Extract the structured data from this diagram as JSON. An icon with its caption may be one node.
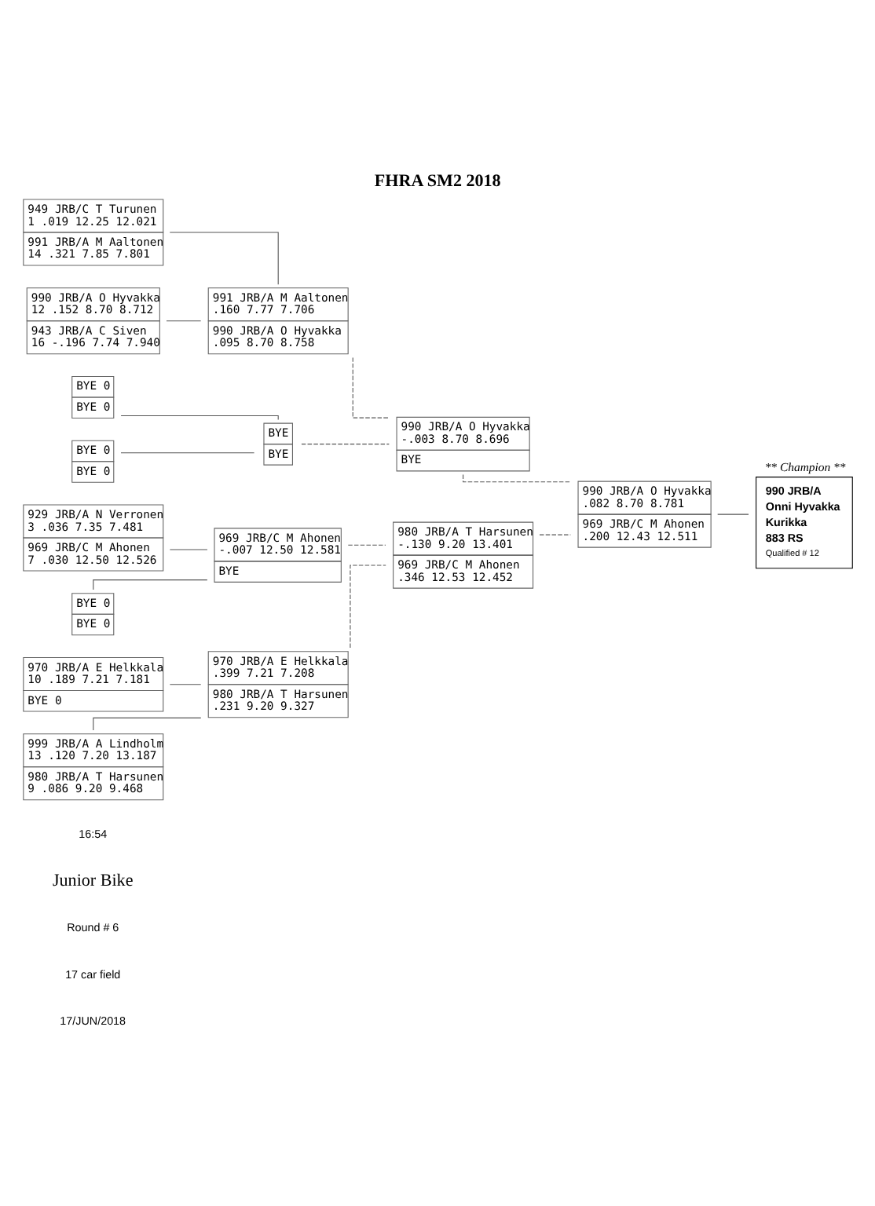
{
  "diagram": {
    "title": "FHRA SM2 2018",
    "nodes": [
      {
        "text": [
          "949 JRB/C T Turunen 1 .019 12.25 12.021",
          "991 JRB/A M Aaltonen 14 .321 7.85 7.801"
        ]
      },
      {
        "text": [
          "990 JRB/A O Hyvakka 12 .152 8.70 8.712",
          "943 JRB/A C Siven 16 -.196 7.74 7.940"
        ]
      },
      {
        "text": [
          "BYE 0",
          "BYE 0"
        ]
      },
      {
        "text": [
          "BYE 0",
          "BYE 0"
        ]
      },
      {
        "text": [
          "970 JRB/A E Helkkala 10 .189 7.21 7.181",
          "BYE 0"
        ]
      },
      {
        "text": [
          "999 JRB/A A Lindholm 13 .120 7.20 13.187",
          "980 JRB/A T Harsunen 9 .086 9.20 9.468"
        ]
      },
      {
        "text": [
          "929 JRB/A N Verronen 3 .036 7.35 7.481",
          "969 JRB/C M Ahonen 7 .030 12.50 12.526"
        ]
      },
      {
        "text": [
          "BYE 0",
          "BYE 0"
        ]
      },
      {
        "text": [
          "991 JRB/A M Aaltonen .160 7.77 7.706",
          "990 JRB/A O Hyvakka .095 8.70 8.758"
        ]
      },
      {
        "text": [
          "BYE",
          "BYE"
        ]
      },
      {
        "text": [
          "970 JRB/A E Helkkala .399 7.21 7.208",
          "980 JRB/A T Harsunen .231 9.20 9.327"
        ]
      },
      {
        "text": [
          "969 JRB/C M Ahonen -.007 12.50 12.581",
          "BYE"
        ]
      },
      {
        "text": [
          "990 JRB/A O Hyvakka -.003 8.70 8.696",
          "BYE"
        ]
      },
      {
        "text": [
          "980 JRB/A T Harsunen -.130 9.20 13.401",
          "969 JRB/C M Ahonen .346 12.53 12.452"
        ]
      },
      {
        "text": [
          "990 JRB/A O Hyvakka .082 8.70 8.781",
          "969 JRB/C M Ahonen .200 12.43 12.511"
        ]
      },
      {
        "text": [
          "** Champion **",
          "990 JRB/A",
          "Onni Hyvakka",
          "Kurikka",
          "883 RS",
          "Qualified # 12"
        ]
      }
    ],
    "edges": [
      {
        "from": 0,
        "to": 8,
        "arrow": "none"
      },
      {
        "from": 1,
        "to": 8,
        "arrow": "none"
      },
      {
        "from": 2,
        "to": 9,
        "arrow": "none"
      },
      {
        "from": 3,
        "to": 9,
        "arrow": "none"
      },
      {
        "from": 4,
        "to": 10,
        "arrow": "none"
      },
      {
        "from": 5,
        "to": 10,
        "arrow": "none"
      },
      {
        "from": 6,
        "to": 11,
        "arrow": "none"
      },
      {
        "from": 7,
        "to": 11,
        "arrow": "none"
      },
      {
        "from": 8,
        "to": 12,
        "arrow": "none",
        "style": "dashed"
      },
      {
        "from": 9,
        "to": 12,
        "arrow": "none",
        "style": "dashed"
      },
      {
        "from": 10,
        "to": 13,
        "arrow": "none",
        "style": "dashed"
      },
      {
        "from": 11,
        "to": 13,
        "arrow": "none",
        "style": "dashed"
      },
      {
        "from": 12,
        "to": 14,
        "arrow": "none",
        "style": "dashed"
      },
      {
        "from": 13,
        "to": 14,
        "arrow": "none",
        "style": "dashed"
      },
      {
        "from": 14,
        "to": 15,
        "arrow": "none"
      }
    ],
    "labels": [
      "17/JUN/2018",
      "17 car field",
      "Round # 6",
      "Junior Bike",
      "16:54"
    ]
  }
}
